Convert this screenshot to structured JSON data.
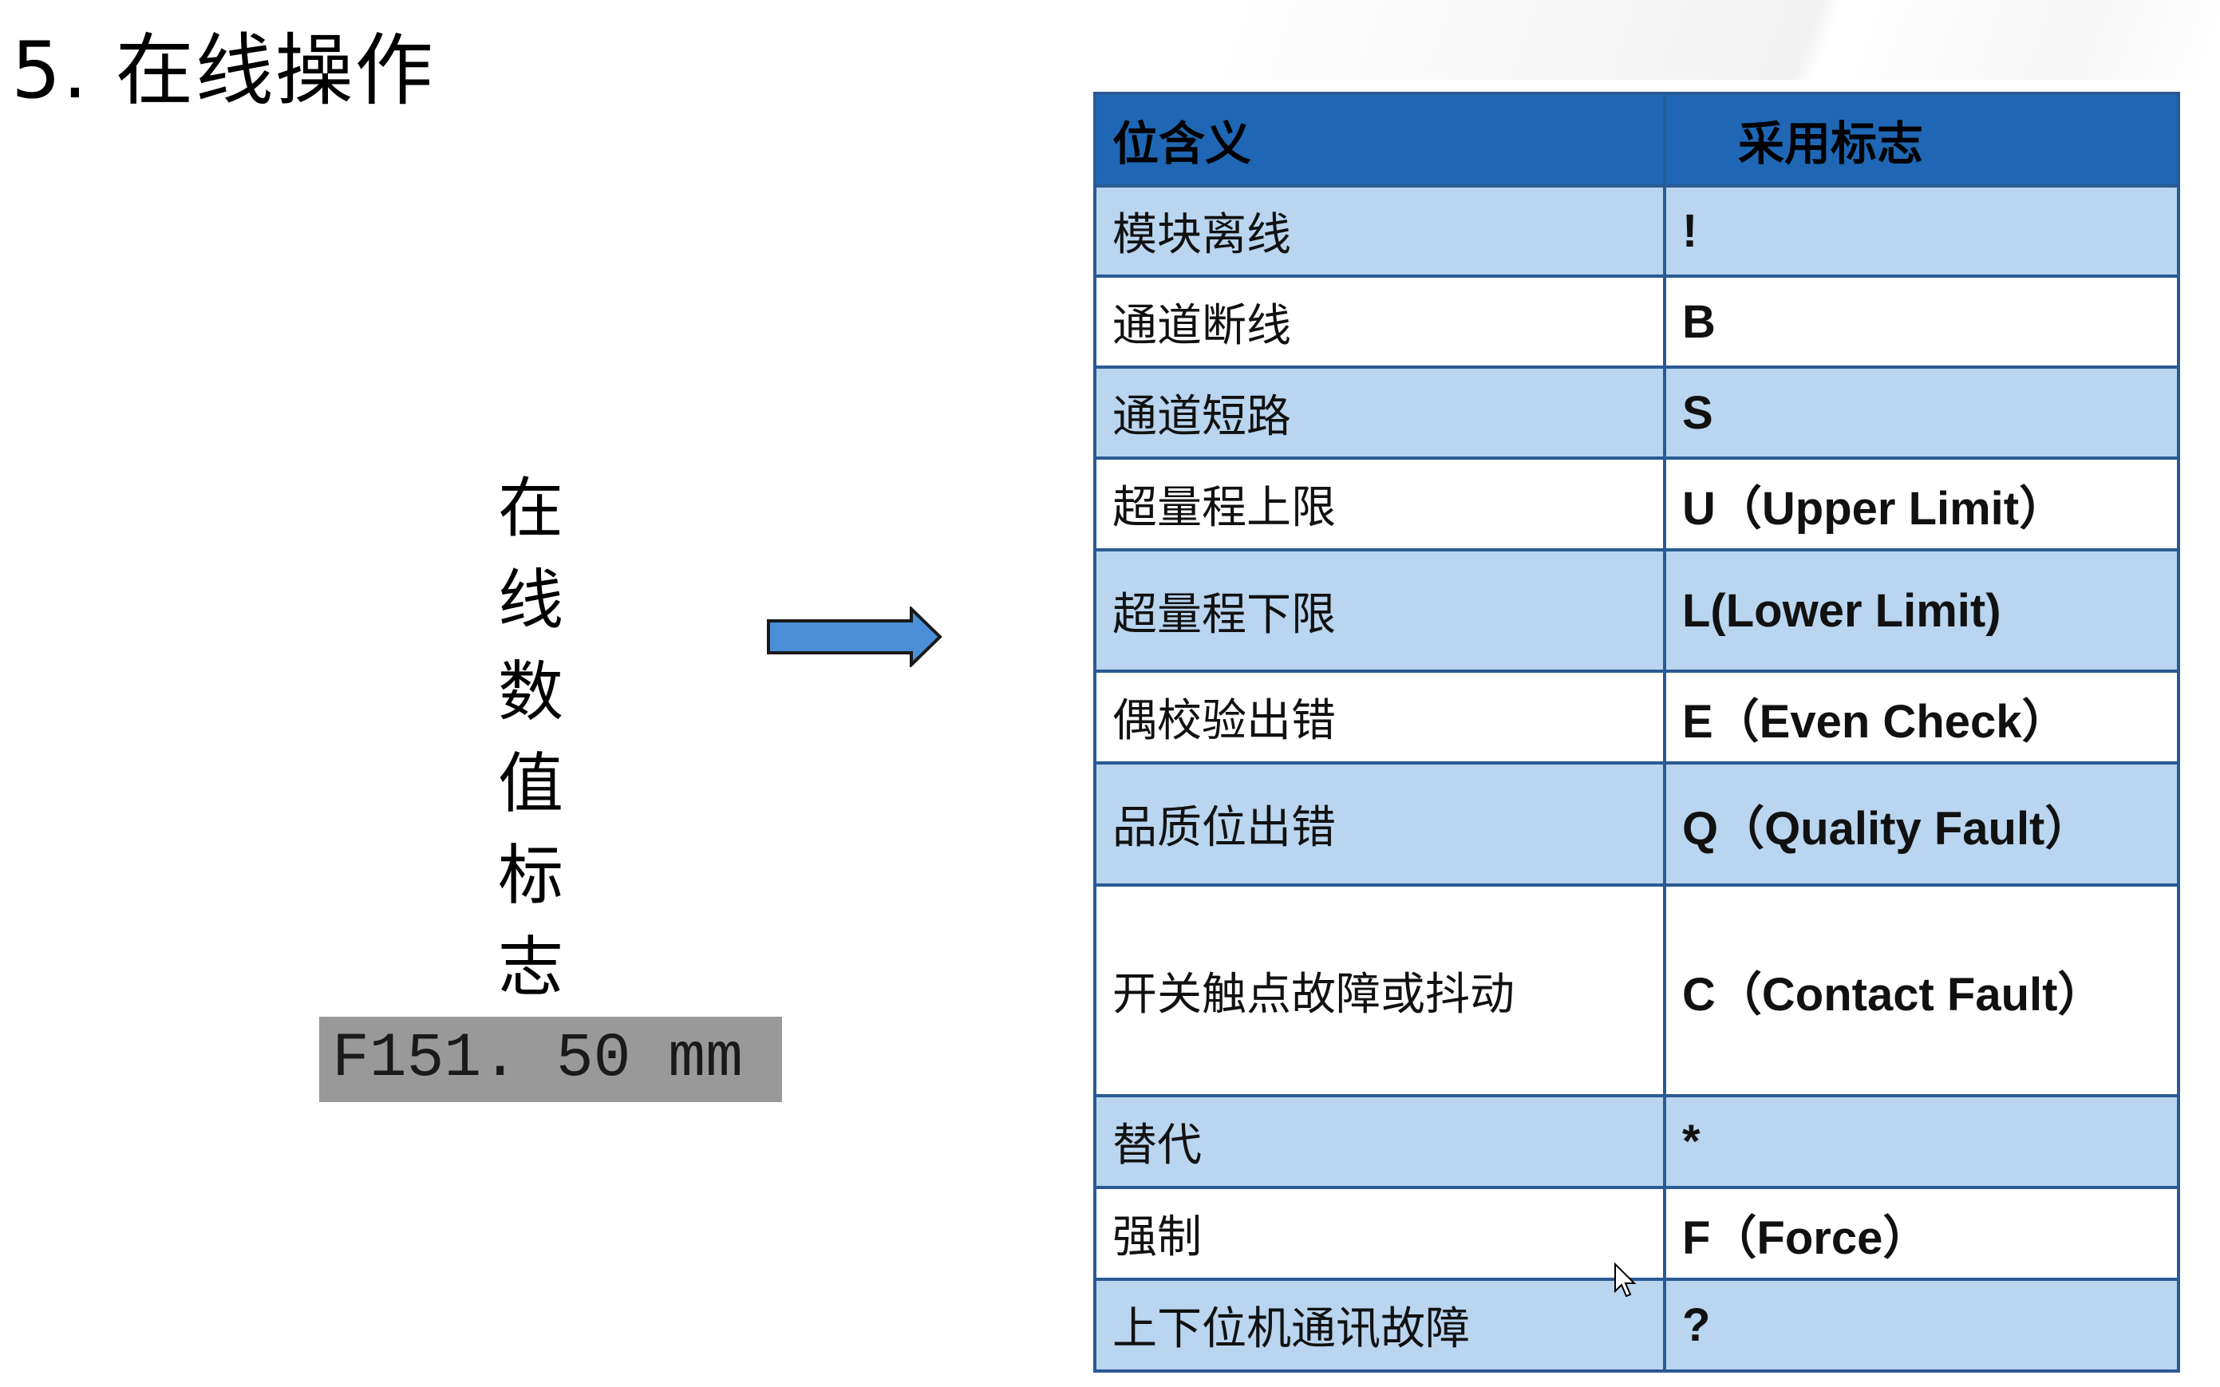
{
  "slide": {
    "title": "5. 在线操作",
    "vertical_label": [
      "在",
      "线",
      "数",
      "值",
      "标",
      "志"
    ],
    "value_display": "F151. 50 mm",
    "arrow_color": "#4a8fd8"
  },
  "table": {
    "headers": [
      "位含义",
      "采用标志"
    ],
    "header_color": "#1f67b4",
    "alt_row_color": "#b9d5ef",
    "rows": [
      {
        "meaning": "模块离线",
        "flag": "!"
      },
      {
        "meaning": "通道断线",
        "flag": "B"
      },
      {
        "meaning": "通道短路",
        "flag": "S"
      },
      {
        "meaning": "超量程上限",
        "flag": "U（Upper Limit）"
      },
      {
        "meaning": "超量程下限",
        "flag": "L(Lower Limit)"
      },
      {
        "meaning": "偶校验出错",
        "flag": "E（Even Check）"
      },
      {
        "meaning": "品质位出错",
        "flag": "Q（Quality Fault）"
      },
      {
        "meaning": "开关触点故障或抖动",
        "flag": "C（Contact Fault）"
      },
      {
        "meaning": "替代",
        "flag": "*"
      },
      {
        "meaning": "强制",
        "flag": "F（Force）"
      },
      {
        "meaning": "上下位机通讯故障",
        "flag": "?"
      }
    ]
  }
}
